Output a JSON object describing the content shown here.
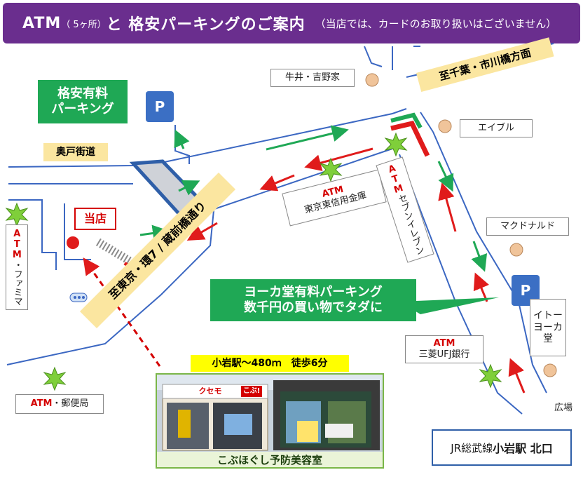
{
  "header": {
    "atm_prefix": "ATM",
    "atm_count": "（ 5ヶ所）",
    "title_rest": "と 格安パーキングのご案内",
    "note": "（当店では、カードのお取り扱いはございません）"
  },
  "labels": {
    "gyudon": "牛井・吉野家",
    "to_chiba": "至千葉・市川橋方面",
    "able": "エイブル",
    "okudo": "奥戸街道",
    "mcdonalds": "マクドナルド",
    "tosho": "当店",
    "kuramae": "至東京・環7 / 蔵前橋通り",
    "station_distance": "小岩駅〜480ｍ　徒歩6分",
    "hiroba": "広場"
  },
  "parking": {
    "cheap_line1": "格安有料",
    "cheap_line2": "パーキング",
    "yokado_line1": "ヨーカ堂有料パーキング",
    "yokado_line2": "数千円の買い物でタダに",
    "p_symbol": "P"
  },
  "atms": {
    "tokyo_shinkin_title": "ATM",
    "tokyo_shinkin_name": "東京東信用金庫",
    "seven_title": "ATM",
    "seven_name": "セブンイレブン",
    "family_title": "ATM",
    "family_name": "・ファミマ",
    "post_title": "ATM",
    "post_name": "・郵便局",
    "mufg_title": "ATM",
    "mufg_name": "三菱UFJ銀行"
  },
  "itoyokado": "イトーヨーカ堂",
  "photo": {
    "shop_name": "こぶほぐし予防美容室",
    "sign_text": "クセモ",
    "sign_badge": "こぶ!"
  },
  "station": {
    "line": "JR総武線",
    "name": "小岩駅 北口"
  },
  "colors": {
    "header_bg": "#6a2e8e",
    "road_line": "#3b67c2",
    "green_arrow": "#1fa855",
    "red_arrow": "#e01b1b",
    "parking_blue": "#3b6fc4",
    "yellow_label": "#fbe6a0"
  }
}
